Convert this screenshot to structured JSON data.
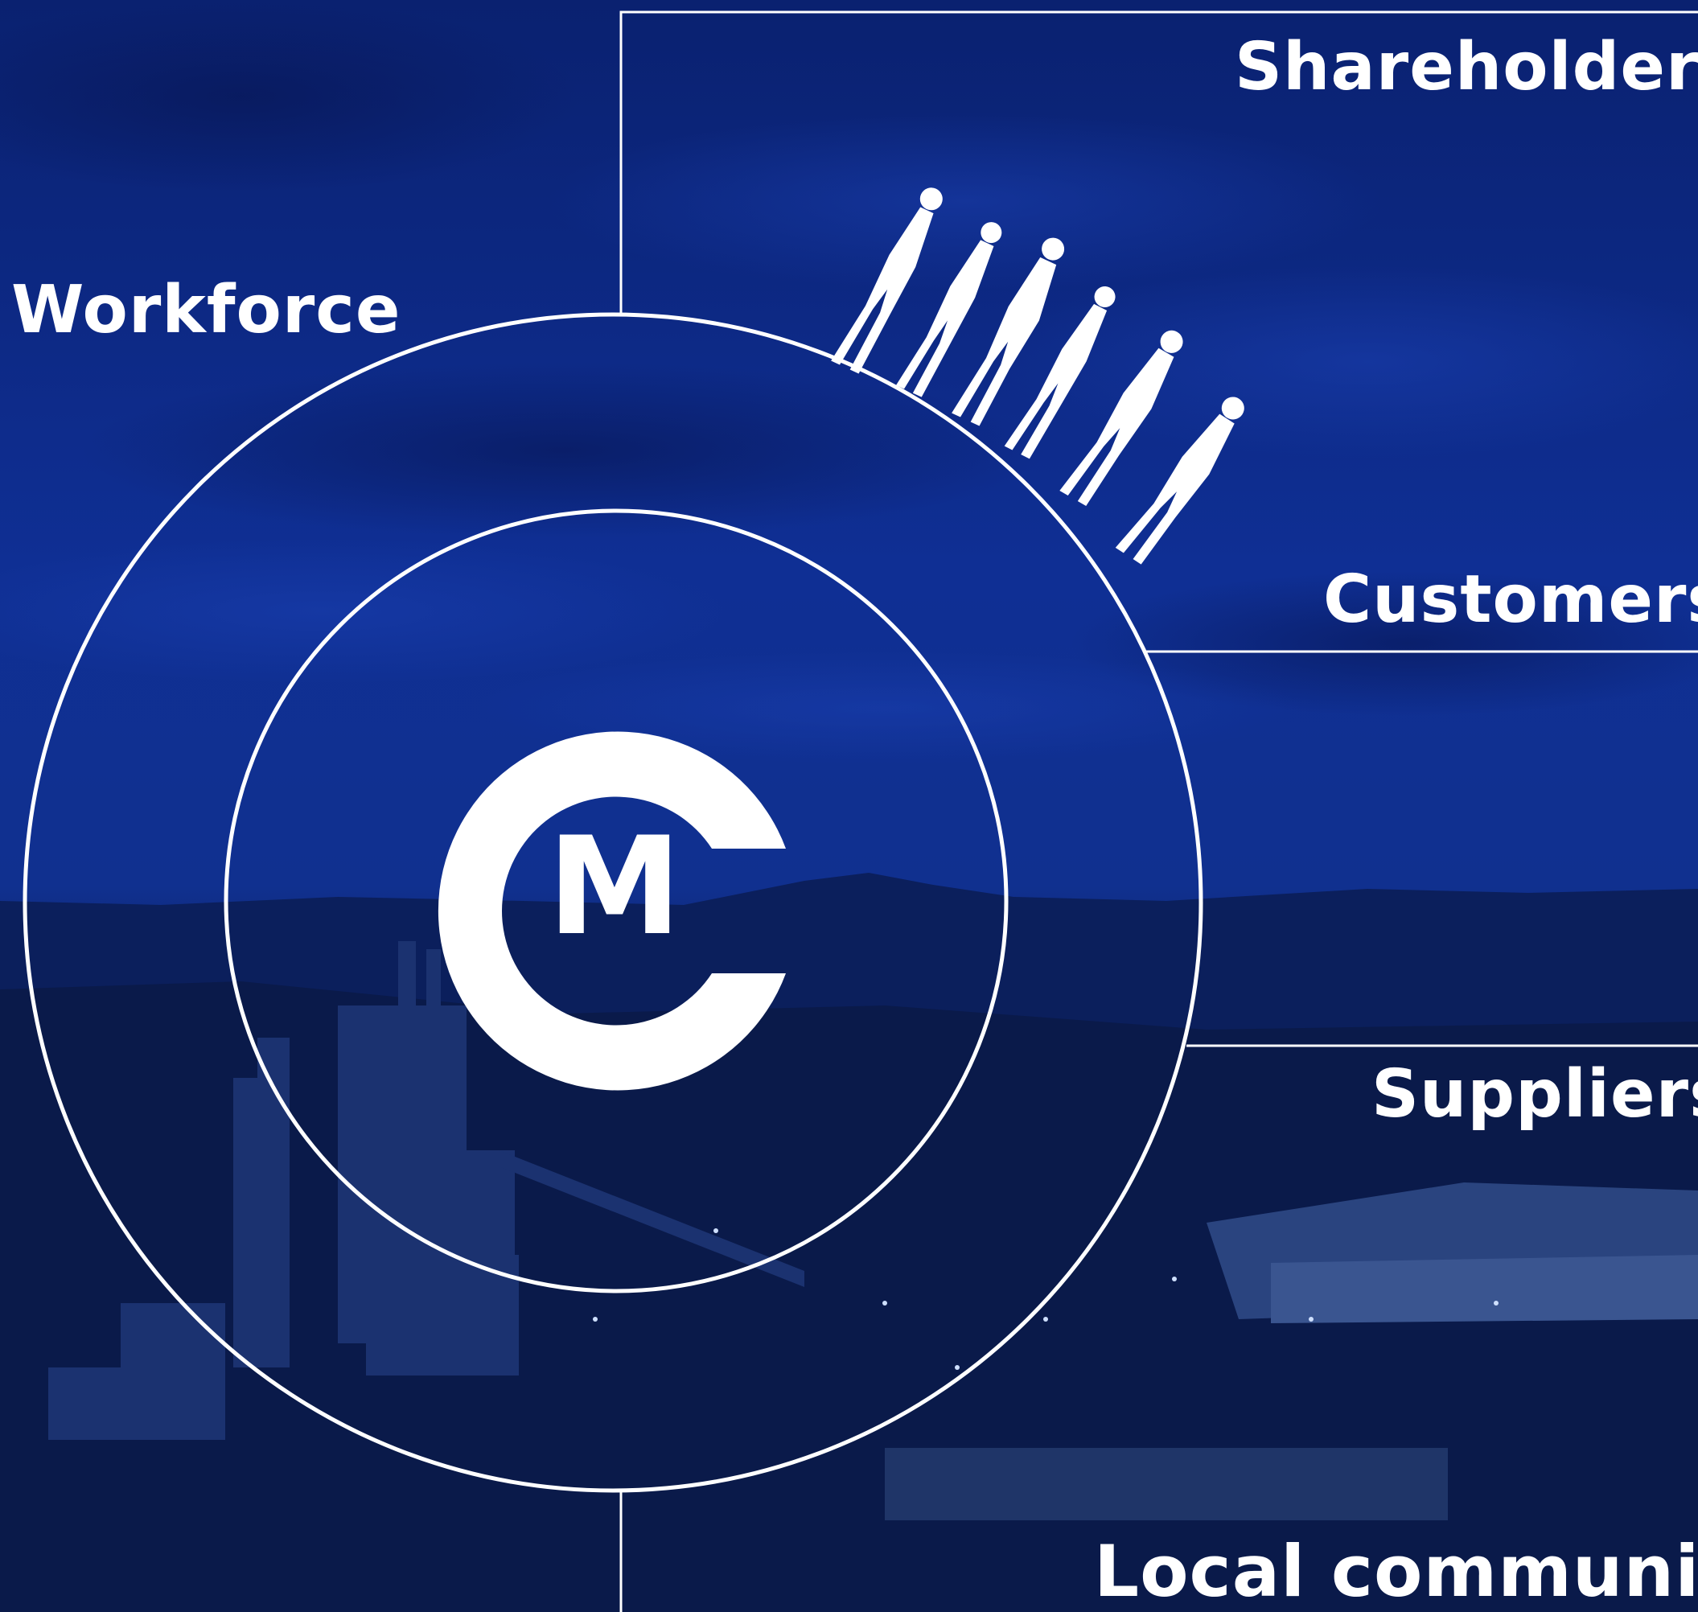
{
  "labels": {
    "workforce": "Workforce",
    "shareholders": "Shareholders",
    "customers": "Customers",
    "suppliers": "Suppliers",
    "local_community": "Local community"
  },
  "logo": {
    "letter": "M",
    "icon": "cm-logo-icon"
  },
  "colors": {
    "background": "#0b2a8a",
    "sky_dark": "#0a1f6b",
    "lines": "#ffffff"
  }
}
